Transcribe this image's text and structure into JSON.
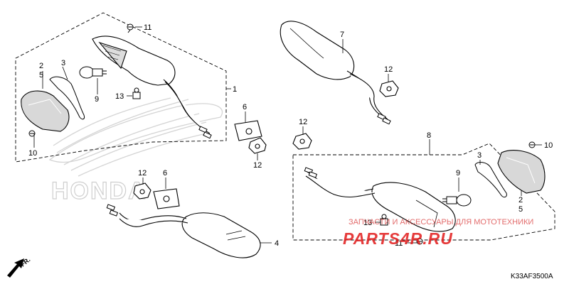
{
  "callouts": {
    "c1": "1",
    "c2": "2",
    "c3": "3",
    "c4": "4",
    "c5": "5",
    "c6": "6",
    "c7": "7",
    "c8": "8",
    "c9": "9",
    "c10": "10",
    "c11": "11",
    "c12": "12",
    "c13": "13",
    "r2": "2",
    "r3": "3",
    "r5": "5",
    "r6": "6",
    "r9": "9",
    "r10": "10",
    "r11": "11",
    "r12a": "12",
    "r12b": "12",
    "r12c": "12",
    "r13": "13"
  },
  "watermark": {
    "honda": "HONDA",
    "tagline": "ЗАПЧАСТИ И АКСЕССУАРЫ ДЛЯ МОТОТЕХНИКИ",
    "site": "PARTS4R.RU"
  },
  "direction_label": "FR.",
  "diagram_code": "K33AF3500A"
}
